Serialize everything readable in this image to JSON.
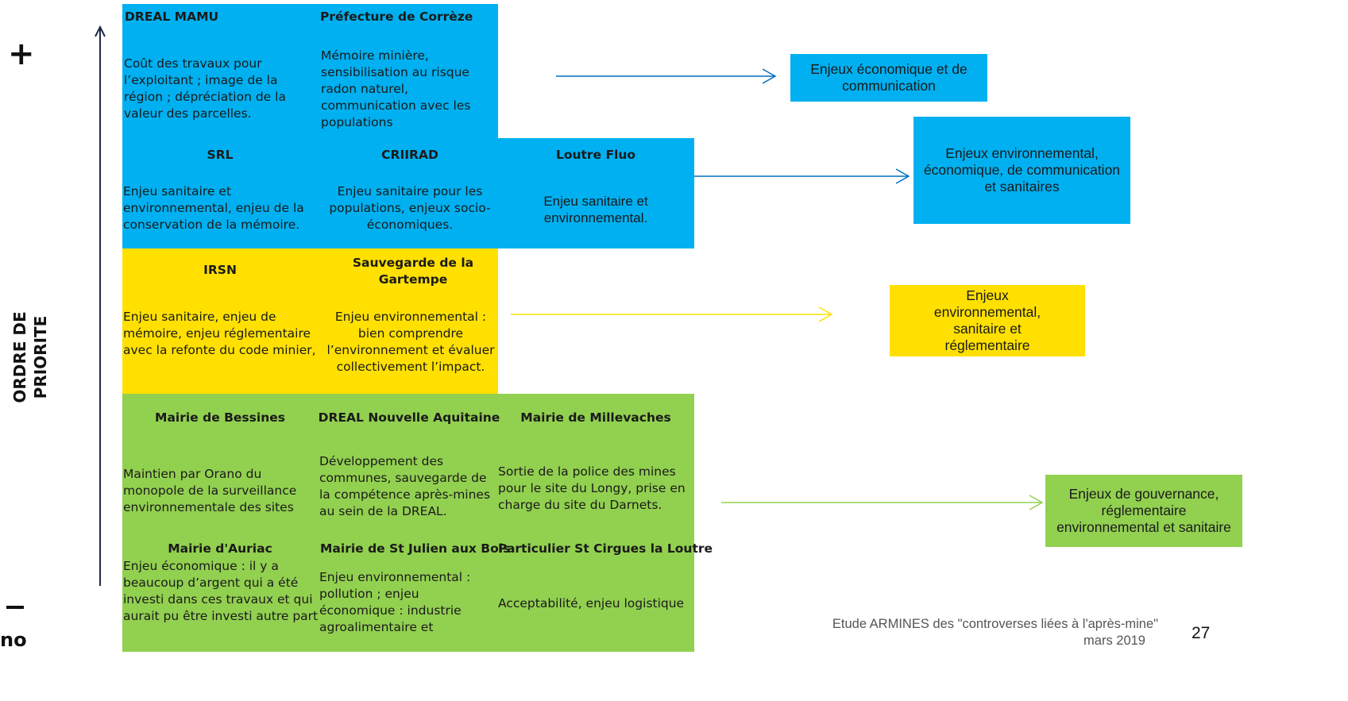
{
  "axis": {
    "plus": "+",
    "minus": "–",
    "label_line1": "ORDRE DE",
    "label_line2": "PRIORITE"
  },
  "logo_fragment": "no",
  "blue_row1": {
    "col1": {
      "header": "DREAL MAMU",
      "text": "Coût des travaux pour l’exploitant ; image de la région ; dépréciation de la valeur des parcelles."
    },
    "col2": {
      "header": "Préfecture de Corrèze",
      "text": "Mémoire minière, sensibilisation au risque radon naturel, communication avec les populations"
    }
  },
  "blue_row2": {
    "col1": {
      "header": "SRL",
      "text": "Enjeu sanitaire et environnemental, enjeu de la conservation de la mémoire."
    },
    "col2": {
      "header": "CRIIRAD",
      "text": "Enjeu sanitaire pour les populations, enjeux socio-économiques."
    },
    "col3": {
      "header": "Loutre  Fluo",
      "text": "Enjeu sanitaire et environnemental."
    }
  },
  "yellow_row": {
    "col1": {
      "header": "IRSN",
      "text": "Enjeu sanitaire, enjeu de mémoire, enjeu réglementaire avec la refonte du code minier,"
    },
    "col2": {
      "header": "Sauvegarde de la Gartempe",
      "text": "Enjeu environnemental : bien comprendre l’environnement et évaluer collectivement l’impact."
    }
  },
  "green_row1": {
    "col1": {
      "header": "Mairie de Bessines",
      "text": "Maintien par Orano du monopole de la surveillance environnementale des sites"
    },
    "col2": {
      "header": "DREAL Nouvelle Aquitaine",
      "text": "Développement des communes,  sauvegarde de la compétence après-mines au sein de la DREAL."
    },
    "col3": {
      "header": "Mairie de Millevaches",
      "text": "Sortie de la police des mines pour le site du Longy, prise en charge du site du Darnets."
    }
  },
  "green_row2": {
    "col1": {
      "header": "Mairie d'Auriac",
      "text": "Enjeu économique : il y a beaucoup d’argent qui a été investi dans ces travaux et qui aurait pu être investi autre part"
    },
    "col2": {
      "header": "Mairie de St Julien aux Bois",
      "text": "Enjeu environnemental : pollution ; enjeu économique : industrie agroalimentaire et"
    },
    "col3": {
      "header": "Particulier St Cirgues la Loutre",
      "text": "Acceptabilité, enjeu logistique"
    }
  },
  "summaries": {
    "blue1": "Enjeux économique et de communication",
    "blue2": "Enjeux environnemental, économique, de communication et sanitaires",
    "yellow": "Enjeux environnemental, sanitaire et réglementaire",
    "green": "Enjeux de gouvernance, réglementaire environnemental et sanitaire"
  },
  "footer": {
    "line1": "Etude ARMINES des \"controverses liées à l'après-mine\"",
    "line2": "mars 2019",
    "page_number": "27"
  },
  "colors": {
    "blue": "#00b0f0",
    "yellow": "#ffe000",
    "green": "#92d050",
    "arrow_blue": "#0070c0",
    "arrow_yellow": "#ffe000",
    "arrow_green": "#92d050"
  }
}
